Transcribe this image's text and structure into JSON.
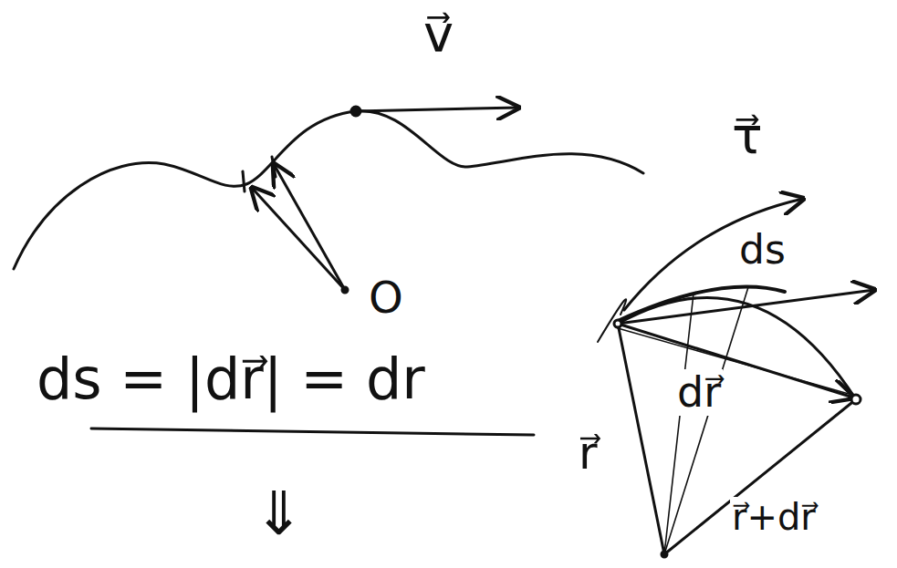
{
  "diagram": {
    "labels": [
      "v⃗",
      "O",
      "τ⃗",
      "ds",
      "dr⃗",
      "r⃗",
      "r⃗+dr⃗",
      "ds = |dr⃗| = dr",
      "⇓"
    ]
  }
}
